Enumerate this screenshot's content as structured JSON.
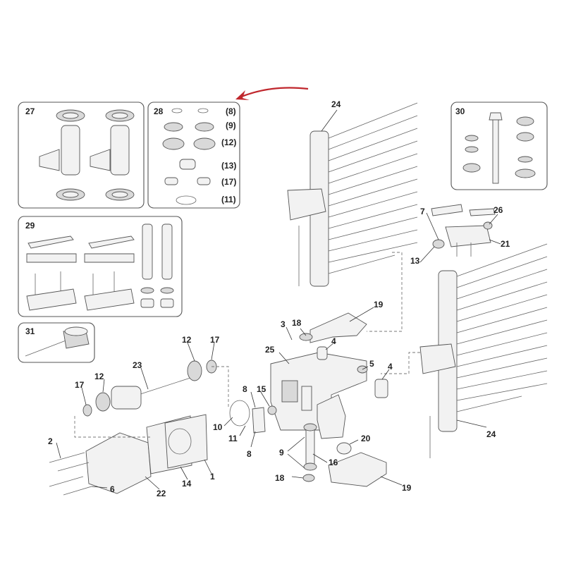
{
  "accent_color": "#c0272d",
  "kit_boxes": [
    {
      "id": "box-27",
      "label": "27"
    },
    {
      "id": "box-28",
      "label": "28"
    },
    {
      "id": "box-29",
      "label": "29"
    },
    {
      "id": "box-30",
      "label": "30"
    },
    {
      "id": "box-31",
      "label": "31"
    }
  ],
  "kit28_items": [
    "(8)",
    "(9)",
    "(12)",
    "(13)",
    "(17)",
    "(11)"
  ],
  "callouts": {
    "c24a": "24",
    "c24b": "24",
    "c7": "7",
    "c26": "26",
    "c21": "21",
    "c13": "13",
    "c19a": "19",
    "c19b": "19",
    "c3": "3",
    "c18a": "18",
    "c18b": "18",
    "c4a": "4",
    "c4b": "4",
    "c25": "25",
    "c5": "5",
    "c12a": "12",
    "c12b": "12",
    "c17a": "17",
    "c17b": "17",
    "c23": "23",
    "c8a": "8",
    "c8b": "8",
    "c15": "15",
    "c10": "10",
    "c11": "11",
    "c9": "9",
    "c16": "16",
    "c20": "20",
    "c2": "2",
    "c6": "6",
    "c22": "22",
    "c14": "14",
    "c1": "1"
  }
}
